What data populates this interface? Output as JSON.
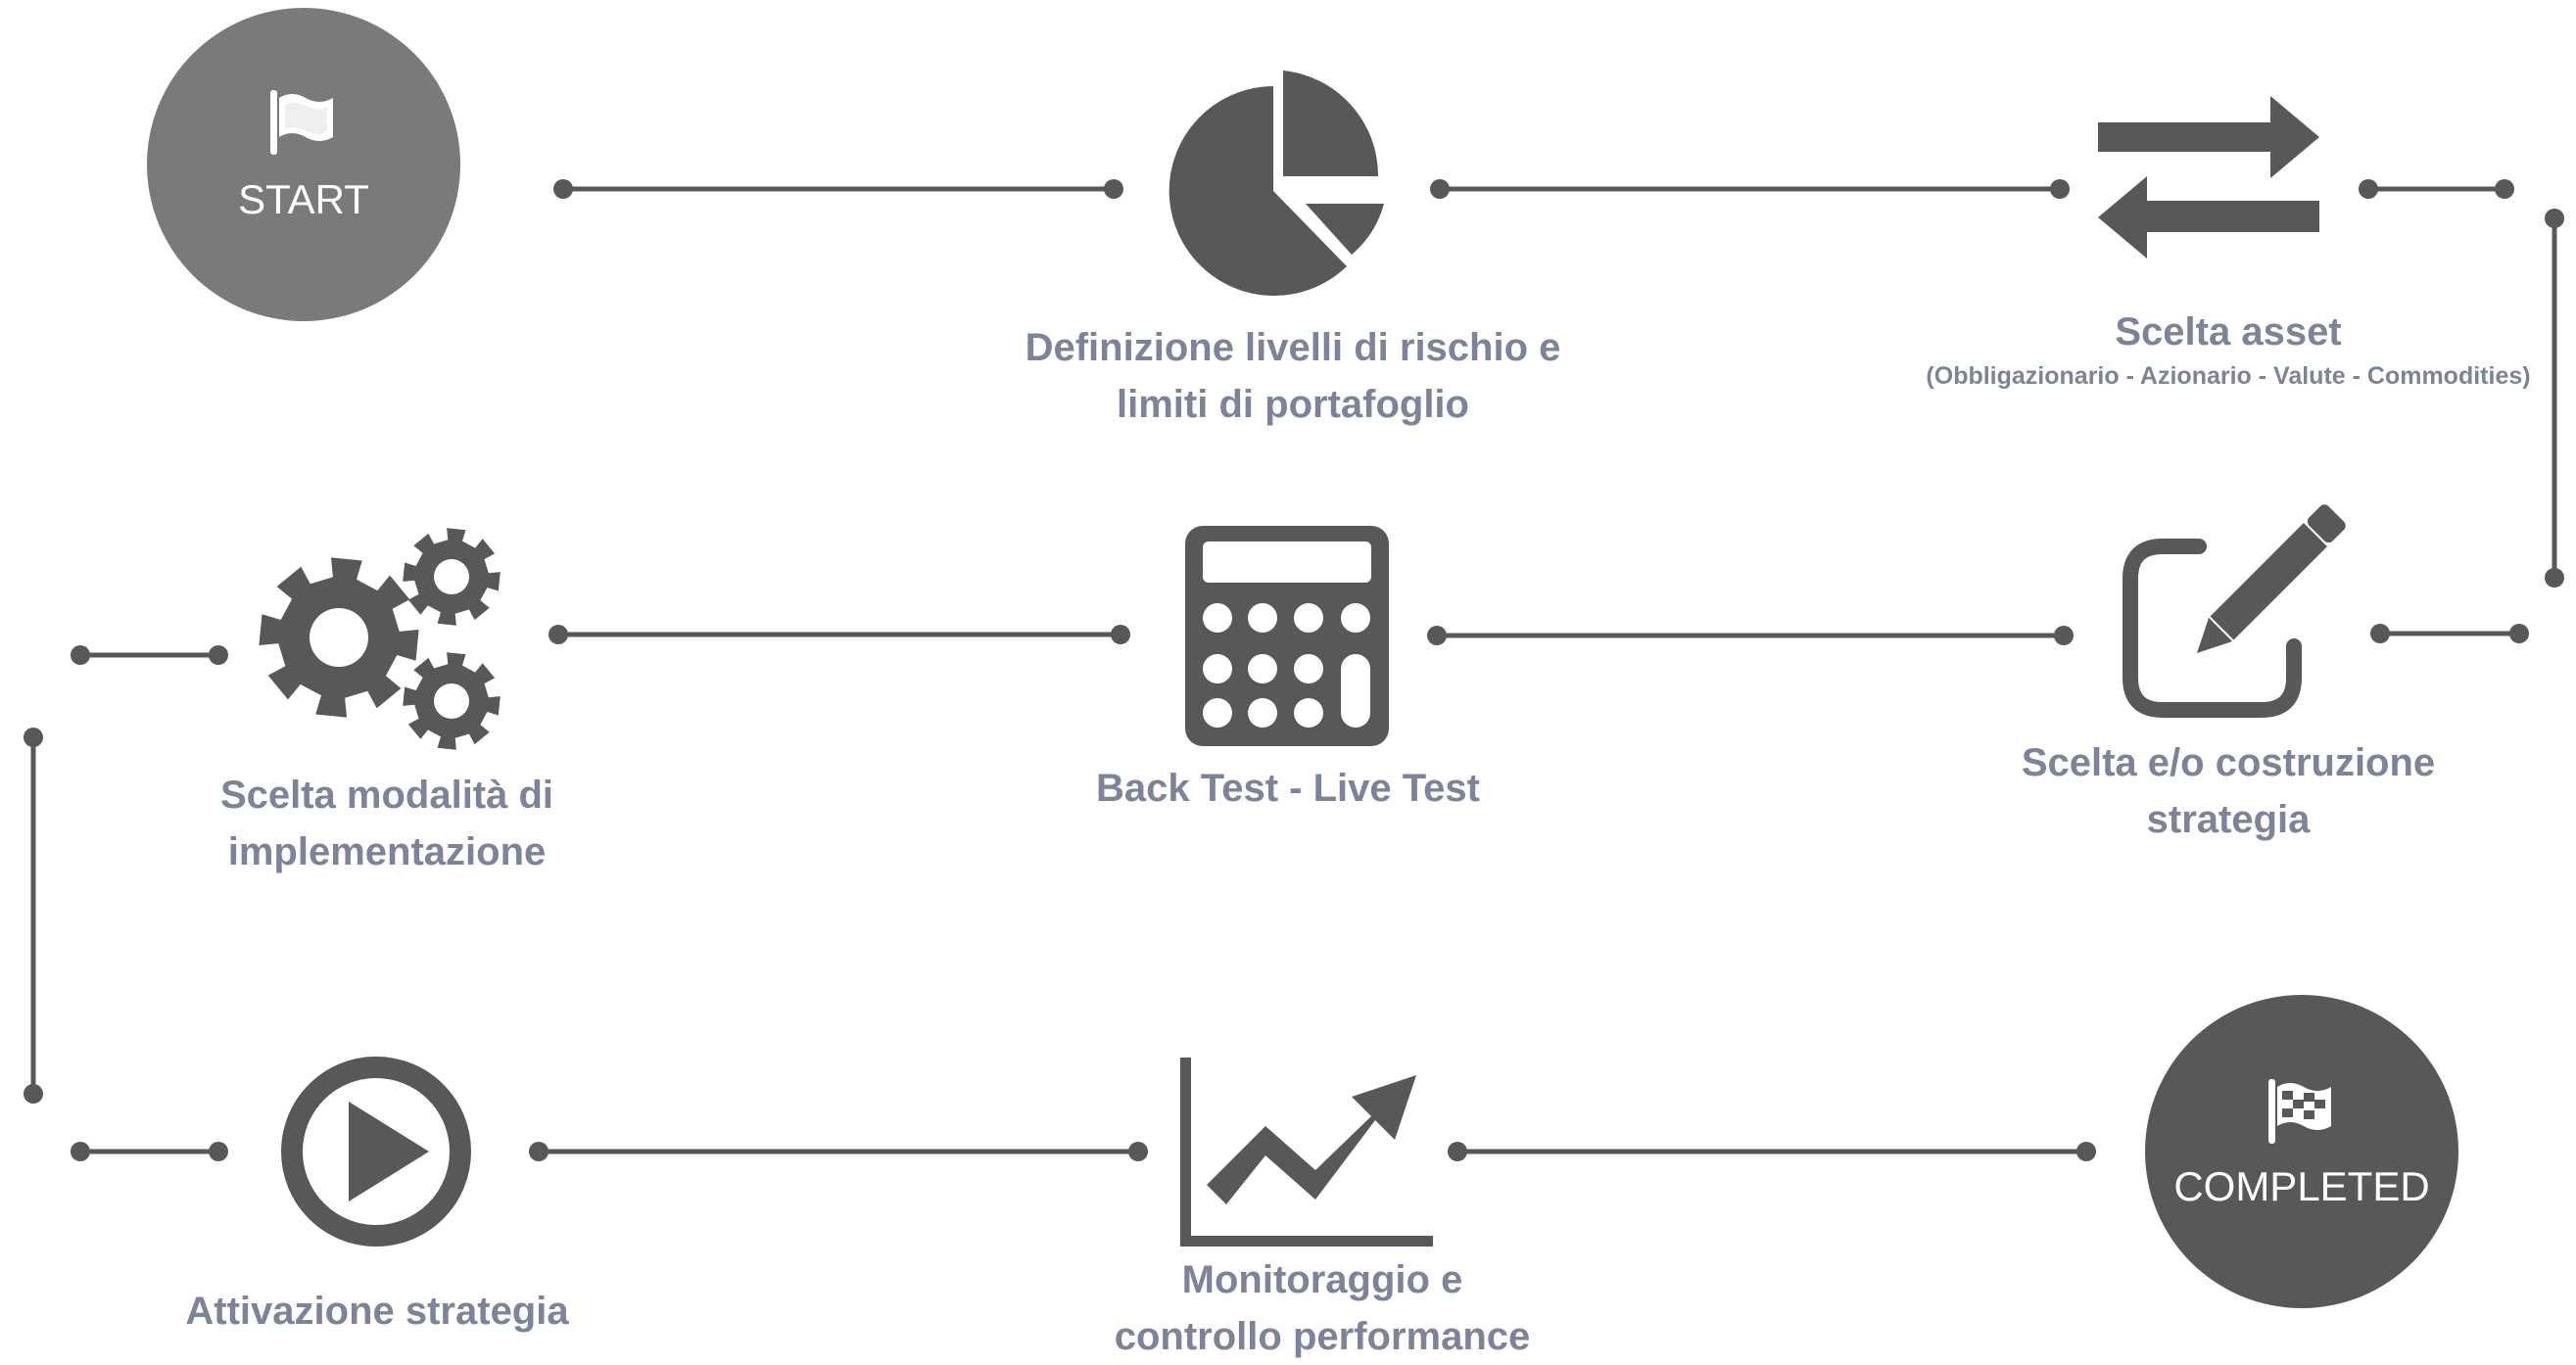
{
  "colors": {
    "icon": "#58585a",
    "start_circle": "#7a7a7a",
    "completed_circle": "#58585a",
    "label": "#7d8499",
    "connector": "#58585a"
  },
  "start": {
    "label": "START",
    "icon": "flag-icon"
  },
  "completed": {
    "label": "COMPLETED",
    "icon": "checkered-flag-icon"
  },
  "steps": [
    {
      "icon": "pie-chart-icon",
      "lines": [
        "Definizione livelli di rischio e",
        "limiti di portafoglio"
      ]
    },
    {
      "icon": "exchange-arrows-icon",
      "lines": [
        "Scelta asset"
      ],
      "subtitle": "(Obbligazionario - Azionario - Valute - Commodities)"
    },
    {
      "icon": "edit-pencil-icon",
      "lines": [
        "Scelta e/o costruzione",
        "strategia"
      ]
    },
    {
      "icon": "calculator-icon",
      "lines": [
        "Back Test - Live Test"
      ]
    },
    {
      "icon": "gears-icon",
      "lines": [
        "Scelta modalità di",
        "implementazione"
      ]
    },
    {
      "icon": "play-icon",
      "lines": [
        "Attivazione strategia"
      ]
    },
    {
      "icon": "trend-chart-icon",
      "lines": [
        "Monitoraggio e",
        "controllo performance"
      ]
    }
  ]
}
